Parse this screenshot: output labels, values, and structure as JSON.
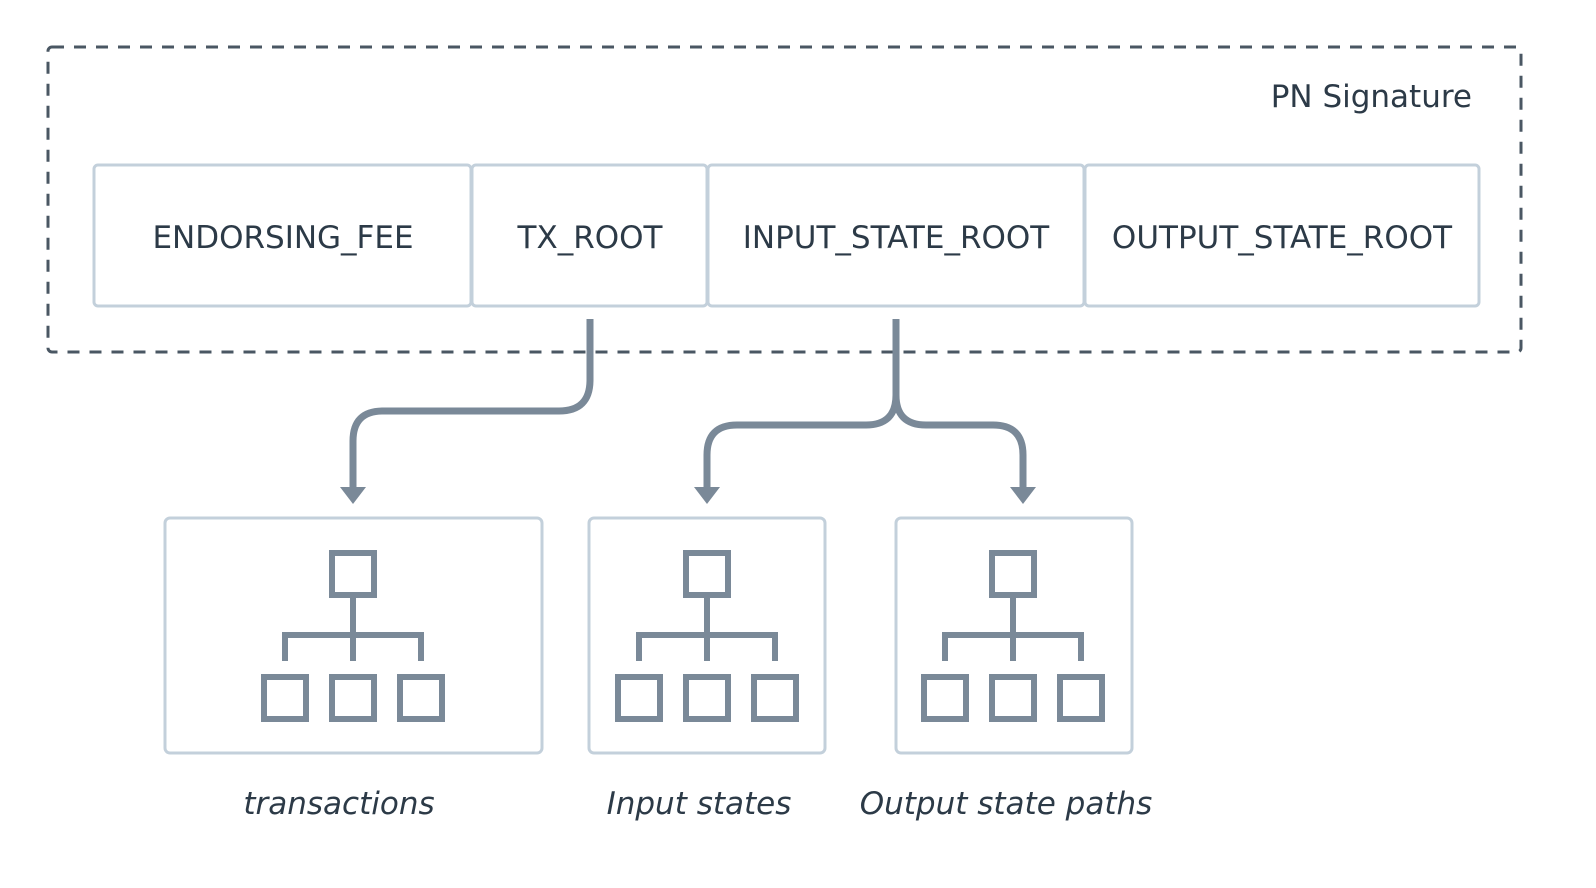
{
  "signature": {
    "label": "PN Signature"
  },
  "fields": [
    {
      "label": "ENDORSING_FEE"
    },
    {
      "label": "TX_ROOT"
    },
    {
      "label": "INPUT_STATE_ROOT"
    },
    {
      "label": "OUTPUT_STATE_ROOT"
    }
  ],
  "trees": [
    {
      "caption": "transactions"
    },
    {
      "caption": "Input states"
    },
    {
      "caption": "Output state paths"
    }
  ],
  "colors": {
    "box_border": "#c3d0db",
    "connector": "#7a8998",
    "tree_icon": "#7a8998",
    "dashed_border": "#4a5763",
    "text": "#2c3a47"
  },
  "icons": {
    "tree": "hierarchy-tree-icon",
    "arrow": "arrow-down-icon"
  }
}
